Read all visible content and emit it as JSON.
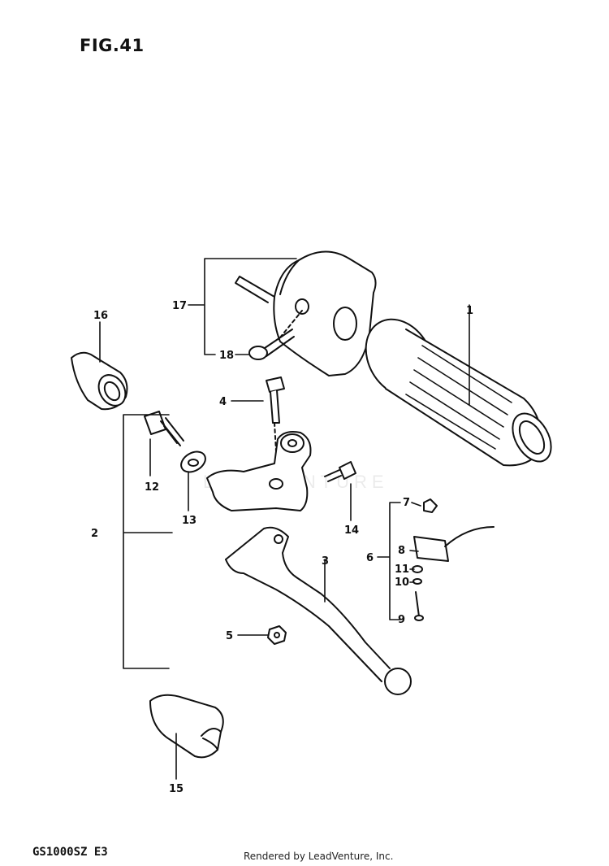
{
  "figure_title": "FIG.41",
  "model_code": "GS1000SZ E3",
  "rendered_by": "Rendered by LeadVenture, Inc.",
  "watermark": "LEADVENTURE",
  "callouts": {
    "c1": "1",
    "c2": "2",
    "c3": "3",
    "c4": "4",
    "c5": "5",
    "c6": "6",
    "c7": "7",
    "c8": "8",
    "c9": "9",
    "c10": "10",
    "c11": "11",
    "c12": "12",
    "c13": "13",
    "c14": "14",
    "c15": "15",
    "c16": "16",
    "c17": "17",
    "c18": "18"
  }
}
